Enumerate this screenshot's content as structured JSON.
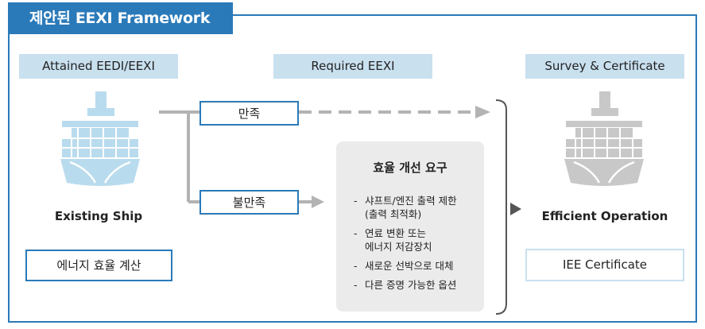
{
  "title": "제안된 EEXI Framework",
  "columns": {
    "left": "Attained EEDI/EEXI",
    "middle": "Required EEXI",
    "right": "Survey & Certificate"
  },
  "left": {
    "ship_label": "Existing Ship",
    "box": "에너지 효율 계산"
  },
  "middle": {
    "pass": "만족",
    "fail": "불만족",
    "panel": {
      "title": "효율 개선 요구",
      "items": [
        {
          "dash": "-",
          "line1": "샤프트/엔진 출력 제한",
          "line2": "(출력 최적화)"
        },
        {
          "dash": "-",
          "line1": "연료 변환 또는",
          "line2": "에너지 저감장치"
        },
        {
          "dash": "-",
          "line1": "새로운 선박으로 대체",
          "line2": ""
        },
        {
          "dash": "-",
          "line1": "다른 증명 가능한 옵션",
          "line2": ""
        }
      ]
    }
  },
  "right": {
    "ship_label": "Efficient Operation",
    "box": "IEE Certificate"
  },
  "colors": {
    "brand_blue": "#2a7ab9",
    "header_fill": "#c9e0ef",
    "ship_blue": "#b9dbee",
    "ship_gray": "#c8c8c8",
    "connector_gray": "#b3b3b3"
  }
}
